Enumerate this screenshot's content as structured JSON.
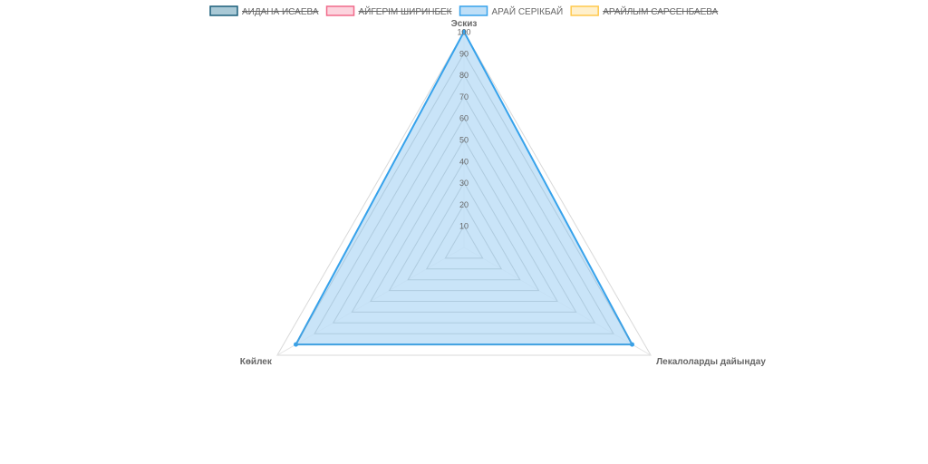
{
  "chart_data": {
    "type": "radar",
    "axes": [
      "Эскиз",
      "Лекалоларды дайындау",
      "Көйлек"
    ],
    "rlim": [
      0,
      100
    ],
    "r_ticks": [
      "10",
      "20",
      "30",
      "40",
      "50",
      "60",
      "70",
      "80",
      "90",
      "100"
    ],
    "legend_position": "top",
    "series": [
      {
        "name": "АИДАНА ИСАЕВА",
        "hidden": true,
        "border_color": "#1b5e7a",
        "fill_color": "#a9c9d6",
        "values": []
      },
      {
        "name": "АЙГЕРІМ ШИРИНБЕК",
        "hidden": true,
        "border_color": "#f06a8a",
        "fill_color": "#fcd4de",
        "values": []
      },
      {
        "name": "АРАЙ СЕРІКБАЙ",
        "hidden": false,
        "border_color": "#36a2eb",
        "fill_color": "#bfdff7",
        "values": [
          100,
          90,
          90
        ]
      },
      {
        "name": "АРАЙЛЫМ САРСЕНБАЕВА",
        "hidden": true,
        "border_color": "#ffc94d",
        "fill_color": "#fff0cc",
        "values": []
      }
    ]
  }
}
